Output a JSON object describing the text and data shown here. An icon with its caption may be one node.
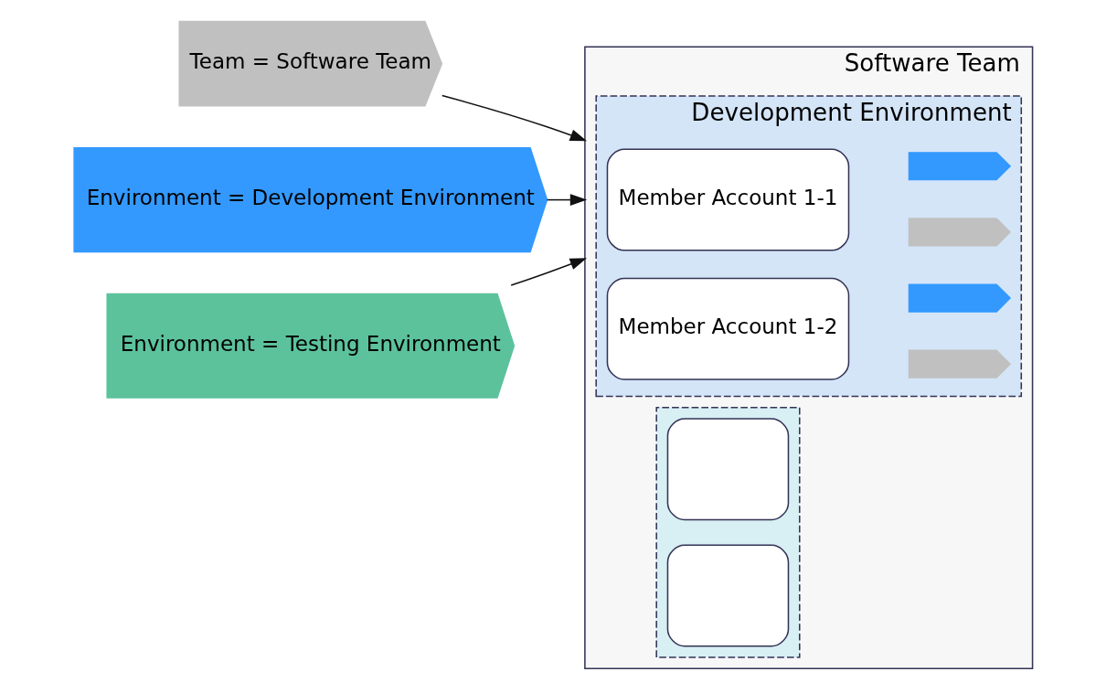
{
  "diagram": {
    "nodes": [
      {
        "text": [
          "Team = Software Team"
        ]
      },
      {
        "text": [
          "Environment = Development Environment"
        ]
      },
      {
        "text": [
          "Environment = Testing Environment"
        ]
      },
      {
        "text": [
          "Software Team"
        ]
      },
      {
        "text": [
          "Development Environment"
        ],
        "in": 3
      },
      {
        "text": [
          "Member Account 1-1"
        ],
        "in": 4
      },
      {
        "text": [],
        "shape": "box",
        "in": 4
      },
      {
        "text": [],
        "shape": "box",
        "in": 4
      },
      {
        "text": [
          "Member Account 1-2"
        ],
        "in": 4
      },
      {
        "text": [],
        "shape": "box",
        "in": 4
      },
      {
        "text": [],
        "shape": "box",
        "in": 4
      },
      {
        "text": [],
        "shape": "box",
        "in": 3
      },
      {
        "text": [],
        "shape": "box",
        "in": 11
      },
      {
        "text": [],
        "shape": "box",
        "in": 11
      }
    ],
    "edges": [
      {
        "from": 0,
        "to": 3,
        "arrow": "to"
      },
      {
        "from": 1,
        "to": 3,
        "arrow": "to"
      },
      {
        "from": 2,
        "to": 3,
        "arrow": "to"
      }
    ]
  }
}
